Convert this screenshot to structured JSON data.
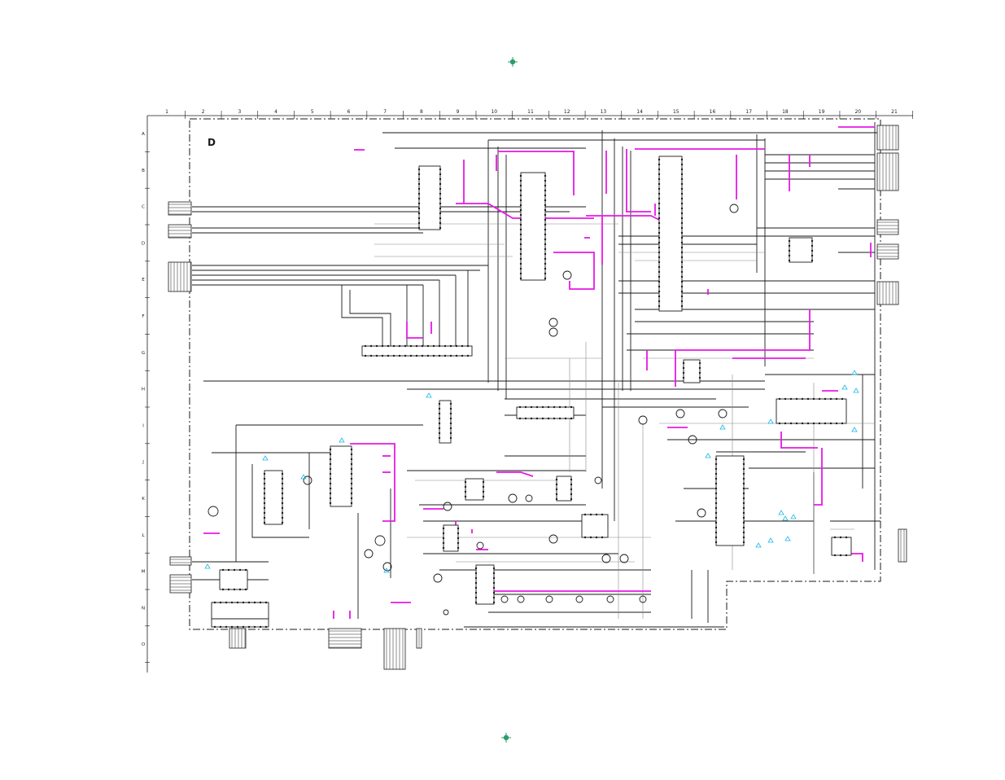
{
  "board": {
    "label": "D"
  },
  "grid": {
    "columns": [
      "1",
      "2",
      "3",
      "4",
      "5",
      "6",
      "7",
      "8",
      "9",
      "10",
      "11",
      "12",
      "13",
      "14",
      "15",
      "16",
      "17",
      "18",
      "19",
      "20",
      "21"
    ],
    "rows": [
      "A",
      "B",
      "C",
      "D",
      "E",
      "F",
      "G",
      "H",
      "I",
      "J",
      "K",
      "L",
      "M",
      "N",
      "O"
    ]
  },
  "colors": {
    "line": "#1a1a1a",
    "highlight": "#e619e6",
    "marker": "#19b8e6",
    "registration": "#2a9d6a"
  },
  "icons": {
    "registration": "crosshair-icon",
    "warning": "warning-triangle-icon"
  }
}
